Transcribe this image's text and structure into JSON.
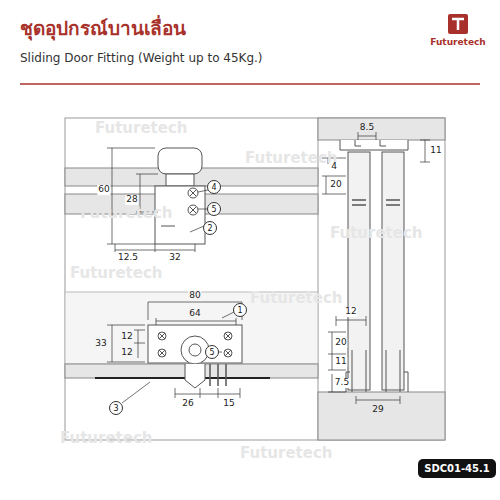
{
  "diagram": {
    "title": "ชุดอุปกรณ์บานเลื่อน",
    "nodes": [
      {
        "text": [
          "4"
        ]
      },
      {
        "text": [
          "5"
        ]
      },
      {
        "text": [
          "2"
        ]
      },
      {
        "text": [
          "1"
        ]
      },
      {
        "text": [
          "5"
        ]
      },
      {
        "text": [
          "3"
        ]
      },
      {
        "text": [
          "SDC01-45.1"
        ]
      }
    ],
    "labels": [
      "Sliding Door Fitting (Weight up to 45Kg.)",
      "Futuretech",
      "Futuretech",
      "Futuretech",
      "Futuretech",
      "Futuretech",
      "Futuretech",
      "Futuretech",
      "Futuretech",
      "Futuretech",
      "60",
      "28",
      "12.5",
      "32",
      "80",
      "64",
      "33",
      "12",
      "12",
      "26",
      "15",
      "8.5",
      "11",
      "4",
      "20",
      "12",
      "20",
      "11",
      "7.5",
      "29"
    ]
  }
}
